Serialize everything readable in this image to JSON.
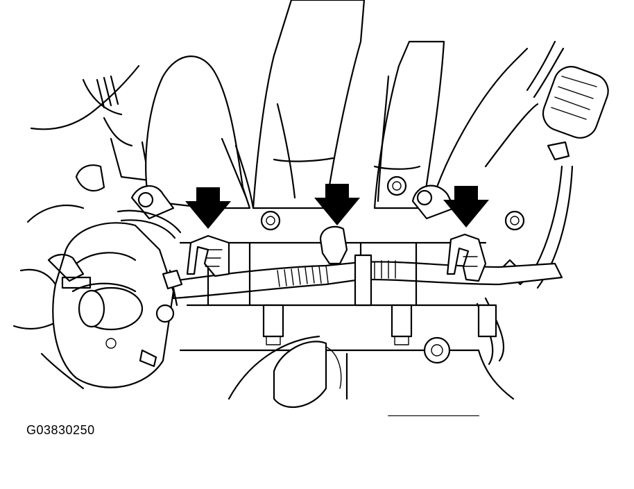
{
  "figure": {
    "code": "G03830250"
  },
  "arrows": [
    {
      "id": "left",
      "target": "clamp-left"
    },
    {
      "id": "center",
      "target": "clamp-center"
    },
    {
      "id": "right",
      "target": "clamp-right"
    }
  ],
  "colors": {
    "ink": "#000000",
    "background": "#ffffff"
  }
}
